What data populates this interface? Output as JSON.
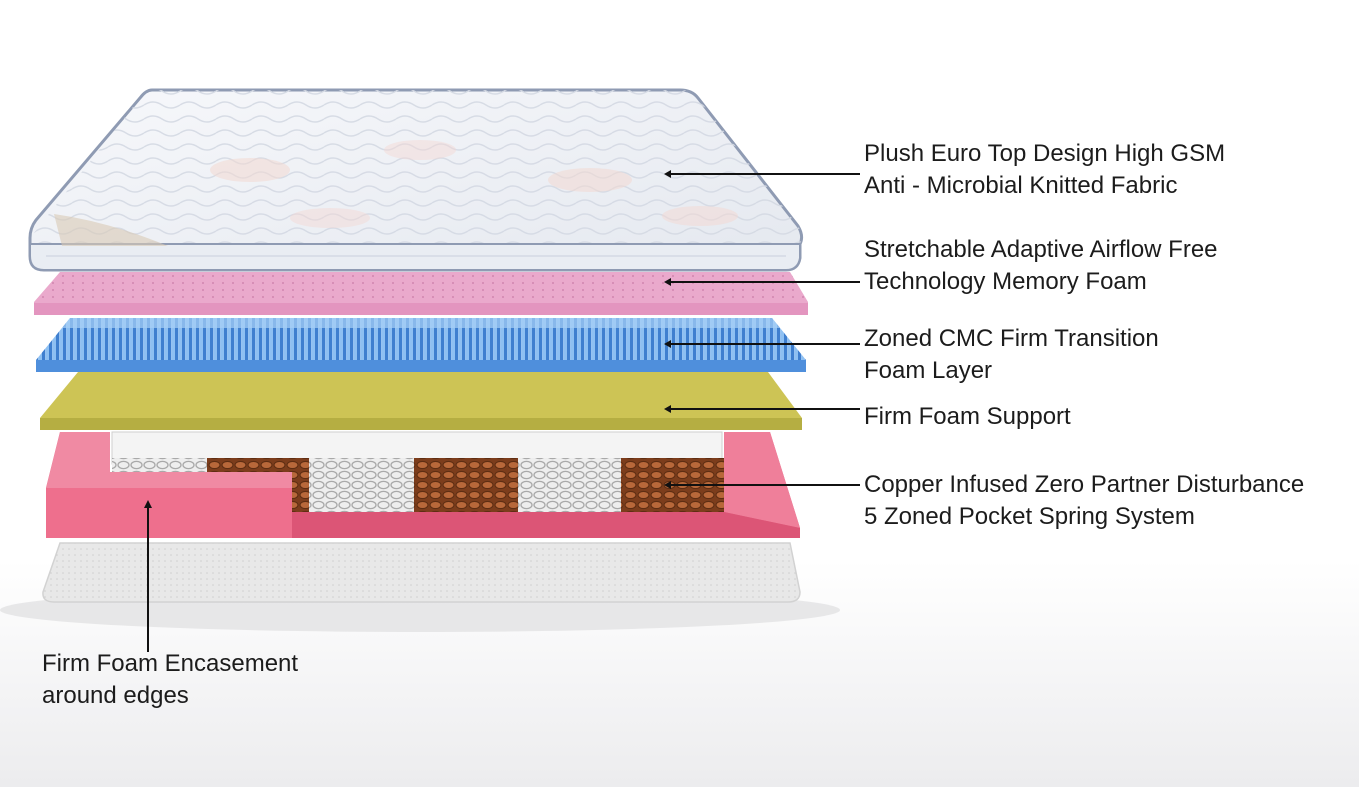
{
  "callouts": {
    "euro_top": {
      "line1": "Plush Euro Top Design High GSM",
      "line2": "Anti - Microbial Knitted Fabric"
    },
    "memory_foam": {
      "line1": "Stretchable Adaptive Airflow Free",
      "line2": "Technology Memory Foam"
    },
    "transition_foam": {
      "line1": "Zoned CMC Firm Transition",
      "line2": "Foam Layer"
    },
    "firm_support": {
      "line1": "Firm Foam Support"
    },
    "pocket_spring": {
      "line1": "Copper Infused Zero Partner Disturbance",
      "line2": "5 Zoned Pocket Spring System"
    },
    "encasement": {
      "line1": "Firm Foam Encasement",
      "line2": "around edges"
    }
  },
  "colors": {
    "top_fabric": "#eef1f6",
    "top_piping": "#8f9bb3",
    "memory_foam": "#e9a9cc",
    "transition_foam": "#5b9de0",
    "firm_support": "#c9c152",
    "encasement": "#e3607f",
    "copper_springs": "#a0552b",
    "steel_springs": "#dcdcdc",
    "base_fabric": "#e6e6e6",
    "leader_line": "#111111"
  }
}
